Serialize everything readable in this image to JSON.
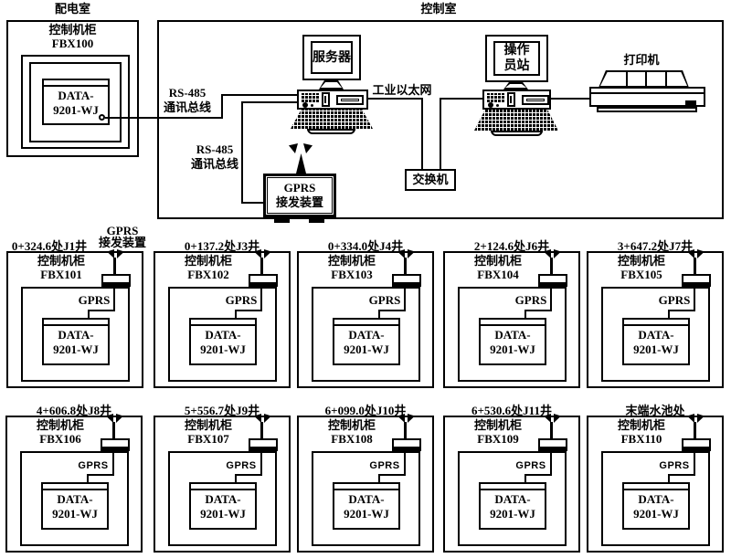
{
  "colors": {
    "line": "#000000",
    "background": "#ffffff"
  },
  "power_room": {
    "title": "配电室",
    "cabinet_title": "控制机柜",
    "cabinet_id": "FBX100",
    "device_line1": "DATA-",
    "device_line2": "9201-WJ"
  },
  "control_room": {
    "title": "控制室",
    "server_label": "服务器",
    "operator_line1": "操作",
    "operator_line2": "员站",
    "printer_label": "打印机",
    "switch_label": "交换机",
    "ethernet_label": "工业以太网",
    "rs485_line1": "RS-485",
    "rs485_line2": "通讯总线",
    "gprs_line1": "GPRS",
    "gprs_line2": "接发装置"
  },
  "field_callout": {
    "line1": "GPRS",
    "line2": "接发装置"
  },
  "cabinets": [
    {
      "site": "0+324.6处J1井",
      "cabinet_title": "控制机柜",
      "cabinet_id": "FBX101",
      "gprs_label": "GPRS",
      "device_line1": "DATA-",
      "device_line2": "9201-WJ"
    },
    {
      "site": "0+137.2处J3井",
      "cabinet_title": "控制机柜",
      "cabinet_id": "FBX102",
      "gprs_label": "GPRS",
      "device_line1": "DATA-",
      "device_line2": "9201-WJ"
    },
    {
      "site": "0+334.0处J4井",
      "cabinet_title": "控制机柜",
      "cabinet_id": "FBX103",
      "gprs_label": "GPRS",
      "device_line1": "DATA-",
      "device_line2": "9201-WJ"
    },
    {
      "site": "2+124.6处J6井",
      "cabinet_title": "控制机柜",
      "cabinet_id": "FBX104",
      "gprs_label": "GPRS",
      "device_line1": "DATA-",
      "device_line2": "9201-WJ"
    },
    {
      "site": "3+647.2处J7井",
      "cabinet_title": "控制机柜",
      "cabinet_id": "FBX105",
      "gprs_label": "GPRS",
      "device_line1": "DATA-",
      "device_line2": "9201-WJ"
    },
    {
      "site": "4+606.8处J8井",
      "cabinet_title": "控制机柜",
      "cabinet_id": "FBX106",
      "gprs_label": "GPRS",
      "device_line1": "DATA-",
      "device_line2": "9201-WJ"
    },
    {
      "site": "5+556.7处J9井",
      "cabinet_title": "控制机柜",
      "cabinet_id": "FBX107",
      "gprs_label": "GPRS",
      "device_line1": "DATA-",
      "device_line2": "9201-WJ"
    },
    {
      "site": "6+099.0处J10井",
      "cabinet_title": "控制机柜",
      "cabinet_id": "FBX108",
      "gprs_label": "GPRS",
      "device_line1": "DATA-",
      "device_line2": "9201-WJ"
    },
    {
      "site": "6+530.6处J11井",
      "cabinet_title": "控制机柜",
      "cabinet_id": "FBX109",
      "gprs_label": "GPRS",
      "device_line1": "DATA-",
      "device_line2": "9201-WJ"
    },
    {
      "site": "末端水池处",
      "cabinet_title": "控制机柜",
      "cabinet_id": "FBX110",
      "gprs_label": "GPRS",
      "device_line1": "DATA-",
      "device_line2": "9201-WJ"
    }
  ]
}
